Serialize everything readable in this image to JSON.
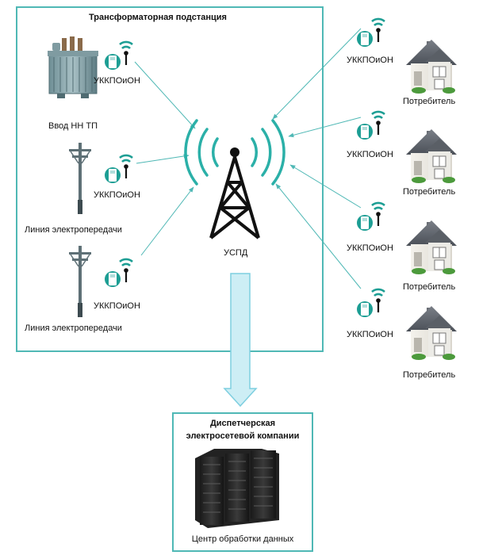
{
  "substation": {
    "title": "Трансформаторная подстанция",
    "transformer_label": "Ввод НН ТП",
    "line1_label": "Линия электропередачи",
    "line2_label": "Линия электропередачи"
  },
  "meter_label": "УККПОиОН",
  "tower_label": "УСПД",
  "consumer_label": "Потребитель",
  "dispatch": {
    "title_line1": "Диспетчерская",
    "title_line2": "электросетевой компании",
    "datacenter_label": "Центр обработки данных"
  },
  "colors": {
    "accent": "#4fb8b5",
    "arrow_fill": "#cdeef5",
    "arrow_stroke": "#7ecfe0",
    "frame": "#4fb8b5"
  }
}
